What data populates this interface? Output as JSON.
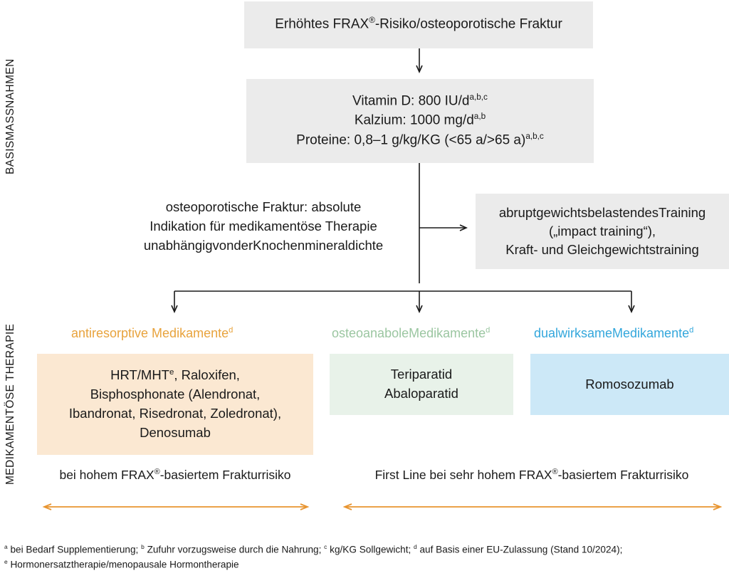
{
  "sidebar": {
    "labels": [
      {
        "id": "basismassnahmen",
        "text": "BASISMASSNAHMEN"
      },
      {
        "id": "medikamentoese-therapie",
        "text": "MEDIKAMENTÖSE THERAPIE"
      }
    ]
  },
  "flow": {
    "top_box": {
      "text_main": "Erhöhtes FRAX",
      "text_reg": "®",
      "text_tail": "-Risiko/osteoporotische Fraktur"
    },
    "base_measures_box": {
      "line1_text": "Vitamin D: 800 IU/d",
      "line1_sup": "a,b,c",
      "line2_text": "Kalzium: 1000 mg/d",
      "line2_sup": "a,b",
      "line3_text": "Proteine: 0,8–1 g/kg/KG (<65 a/>65 a)",
      "line3_sup": "a,b,c"
    },
    "fracture_text": {
      "line1": "osteoporotische Fraktur: absolute",
      "line2": "Indikation für medikamentöse Therapie",
      "line3": "unabhängigvonderKnochenmineraldichte"
    },
    "training_box": {
      "line1": "abruptgewichtsbelastendesTraining",
      "line2": "(„impact training“),",
      "line3": "Kraft- und Gleichgewichtstraining"
    }
  },
  "therapy": {
    "columns": [
      {
        "id": "antiresorptive",
        "label_text": "antiresorptive Medikamente",
        "label_sup": "d",
        "label_color": "#e8a33d",
        "box_color": "#fbe8d2",
        "box_lines": [
          "HRT/MHT",
          ", Raloxifen,",
          "Bisphosphonate (Alendronat,",
          "Ibandronat, Risedronat, Zoledronat),",
          "Denosumab"
        ],
        "box_line1_sup": "e",
        "risk_caption_text": "bei hohem FRAX",
        "risk_caption_reg": "®",
        "risk_caption_tail": "-basiertem Frakturrisiko"
      },
      {
        "id": "osteoanabole",
        "label_text": "osteoanaboleMedikamente",
        "label_sup": "d",
        "label_color": "#9bc6a1",
        "box_color": "#e8f2e9",
        "box_lines": [
          "Teriparatid",
          "Abaloparatid"
        ]
      },
      {
        "id": "dual-wirksame",
        "label_text": "dualwirksameMedikamente",
        "label_sup": "d",
        "label_color": "#33a7dc",
        "box_color": "#cce8f7",
        "box_lines": [
          "Romosozumab"
        ]
      }
    ],
    "risk_caption_right": {
      "text": "First Line bei sehr hohem FRAX",
      "reg": "®",
      "tail": "-basiertem Frakturrisiko"
    }
  },
  "arrows": {
    "range_arrow_color": "#e8942f"
  },
  "footnotes": {
    "line1_a_sup": "a",
    "line1_a": " bei Bedarf Supplementierung; ",
    "line1_b_sup": "b",
    "line1_b": " Zufuhr vorzugsweise durch die Nahrung; ",
    "line1_c_sup": "c",
    "line1_c": " kg/KG Sollgewicht; ",
    "line1_d_sup": "d",
    "line1_d": " auf Basis einer EU-Zulassung (Stand 10/2024);",
    "line2_e_sup": "e",
    "line2_e": " Hormonersatztherapie/menopausale Hormontherapie"
  }
}
